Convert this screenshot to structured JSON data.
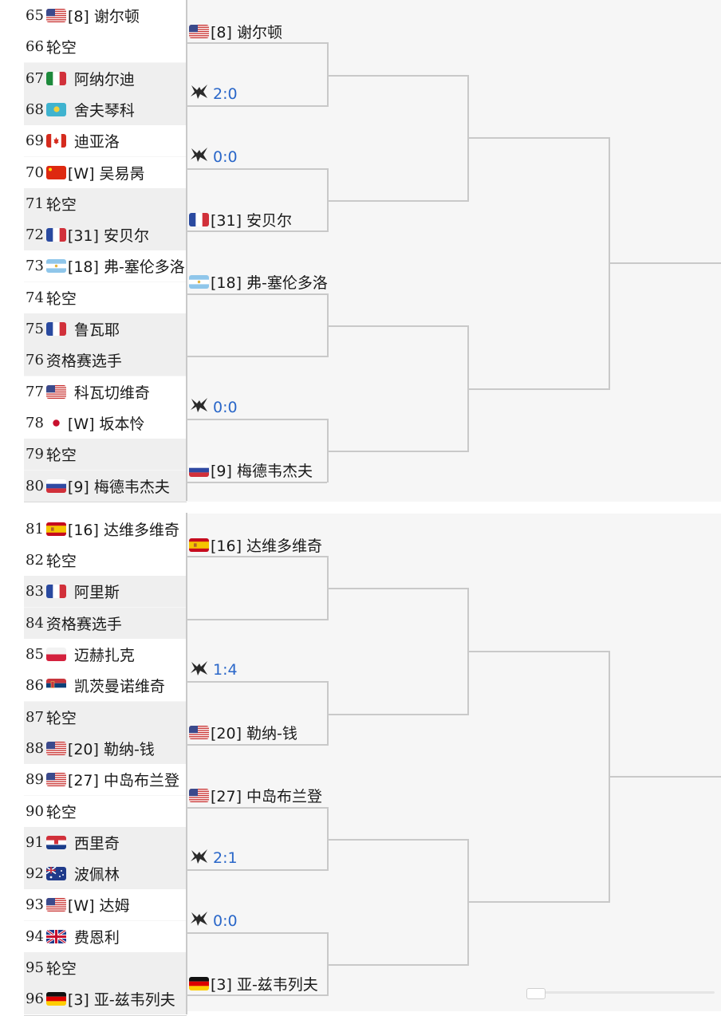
{
  "colors": {
    "score": "#2a67c9",
    "line": "#c9c9c9",
    "row_light": "#ffffff",
    "row_grey": "#efefef"
  },
  "round1": [
    {
      "seed": "65",
      "flag": "us",
      "name": "[8] 谢尔顿"
    },
    {
      "seed": "66",
      "flag": "",
      "name": "轮空"
    },
    {
      "seed": "67",
      "flag": "it",
      "name": "阿纳尔迪"
    },
    {
      "seed": "68",
      "flag": "kz",
      "name": "舍夫琴科"
    },
    {
      "seed": "69",
      "flag": "ca",
      "name": "迪亚洛"
    },
    {
      "seed": "70",
      "flag": "cn",
      "name": "[W] 吴易昺"
    },
    {
      "seed": "71",
      "flag": "",
      "name": "轮空"
    },
    {
      "seed": "72",
      "flag": "fr",
      "name": "[31] 安贝尔"
    },
    {
      "seed": "73",
      "flag": "ar",
      "name": "[18] 弗-塞伦多洛"
    },
    {
      "seed": "74",
      "flag": "",
      "name": "轮空"
    },
    {
      "seed": "75",
      "flag": "fr",
      "name": "鲁瓦耶"
    },
    {
      "seed": "76",
      "flag": "",
      "name": "资格赛选手"
    },
    {
      "seed": "77",
      "flag": "us",
      "name": "科瓦切维奇"
    },
    {
      "seed": "78",
      "flag": "jp",
      "name": "[W] 坂本怜"
    },
    {
      "seed": "79",
      "flag": "",
      "name": "轮空"
    },
    {
      "seed": "80",
      "flag": "ru",
      "name": "[9] 梅德韦杰夫"
    },
    {
      "seed": "81",
      "flag": "es",
      "name": "[16] 达维多维奇"
    },
    {
      "seed": "82",
      "flag": "",
      "name": "轮空"
    },
    {
      "seed": "83",
      "flag": "fr",
      "name": "阿里斯"
    },
    {
      "seed": "84",
      "flag": "",
      "name": "资格赛选手"
    },
    {
      "seed": "85",
      "flag": "pl",
      "name": "迈赫扎克"
    },
    {
      "seed": "86",
      "flag": "rs",
      "name": "凯茨曼诺维奇"
    },
    {
      "seed": "87",
      "flag": "",
      "name": "轮空"
    },
    {
      "seed": "88",
      "flag": "us",
      "name": "[20] 勒纳-钱"
    },
    {
      "seed": "89",
      "flag": "us",
      "name": "[27] 中岛布兰登"
    },
    {
      "seed": "90",
      "flag": "",
      "name": "轮空"
    },
    {
      "seed": "91",
      "flag": "hr",
      "name": "西里奇"
    },
    {
      "seed": "92",
      "flag": "au",
      "name": "波佩林"
    },
    {
      "seed": "93",
      "flag": "us",
      "name": "[W] 达姆"
    },
    {
      "seed": "94",
      "flag": "gb",
      "name": "费恩利"
    },
    {
      "seed": "95",
      "flag": "",
      "name": "轮空"
    },
    {
      "seed": "96",
      "flag": "de",
      "name": "[3] 亚-兹韦列夫"
    }
  ],
  "round2": [
    {
      "kind": "player",
      "flag": "us",
      "text": "[8] 谢尔顿"
    },
    {
      "kind": "score",
      "flag": "",
      "text": "2:0"
    },
    {
      "kind": "score",
      "flag": "",
      "text": "0:0"
    },
    {
      "kind": "player",
      "flag": "fr",
      "text": "[31] 安贝尔"
    },
    {
      "kind": "player",
      "flag": "ar",
      "text": "[18] 弗-塞伦多洛"
    },
    {
      "kind": "empty",
      "flag": "",
      "text": ""
    },
    {
      "kind": "score",
      "flag": "",
      "text": "0:0"
    },
    {
      "kind": "player",
      "flag": "ru",
      "text": "[9] 梅德韦杰夫"
    },
    {
      "kind": "player",
      "flag": "es",
      "text": "[16] 达维多维奇"
    },
    {
      "kind": "empty",
      "flag": "",
      "text": ""
    },
    {
      "kind": "score",
      "flag": "",
      "text": "1:4"
    },
    {
      "kind": "player",
      "flag": "us",
      "text": "[20] 勒纳-钱"
    },
    {
      "kind": "player",
      "flag": "us",
      "text": "[27] 中岛布兰登"
    },
    {
      "kind": "score",
      "flag": "",
      "text": "2:1"
    },
    {
      "kind": "score",
      "flag": "",
      "text": "0:0"
    },
    {
      "kind": "player",
      "flag": "de",
      "text": "[3] 亚-兹韦列夫"
    }
  ]
}
